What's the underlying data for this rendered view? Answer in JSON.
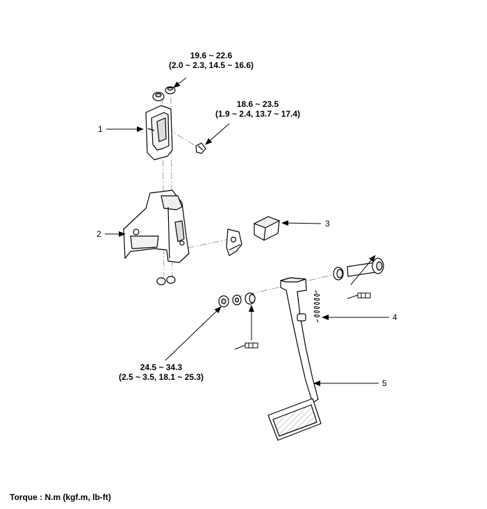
{
  "torque_labels": {
    "t1": {
      "line1": "19.6 ~ 22.6",
      "line2": "(2.0 ~ 2.3, 14.5 ~ 16.6)"
    },
    "t2": {
      "line1": "18.6 ~ 23.5",
      "line2": "(1.9 ~ 2.4, 13.7 ~ 17.4)"
    },
    "t3": {
      "line1": "24.5 ~ 34.3",
      "line2": "(2.5 ~ 3.5, 18.1 ~ 25.3)"
    }
  },
  "callouts": {
    "c1": "1",
    "c2": "2",
    "c3": "3",
    "c4": "4",
    "c5": "5"
  },
  "footer": {
    "torque_units": "Torque : N.m (kgf.m, lb-ft)"
  }
}
